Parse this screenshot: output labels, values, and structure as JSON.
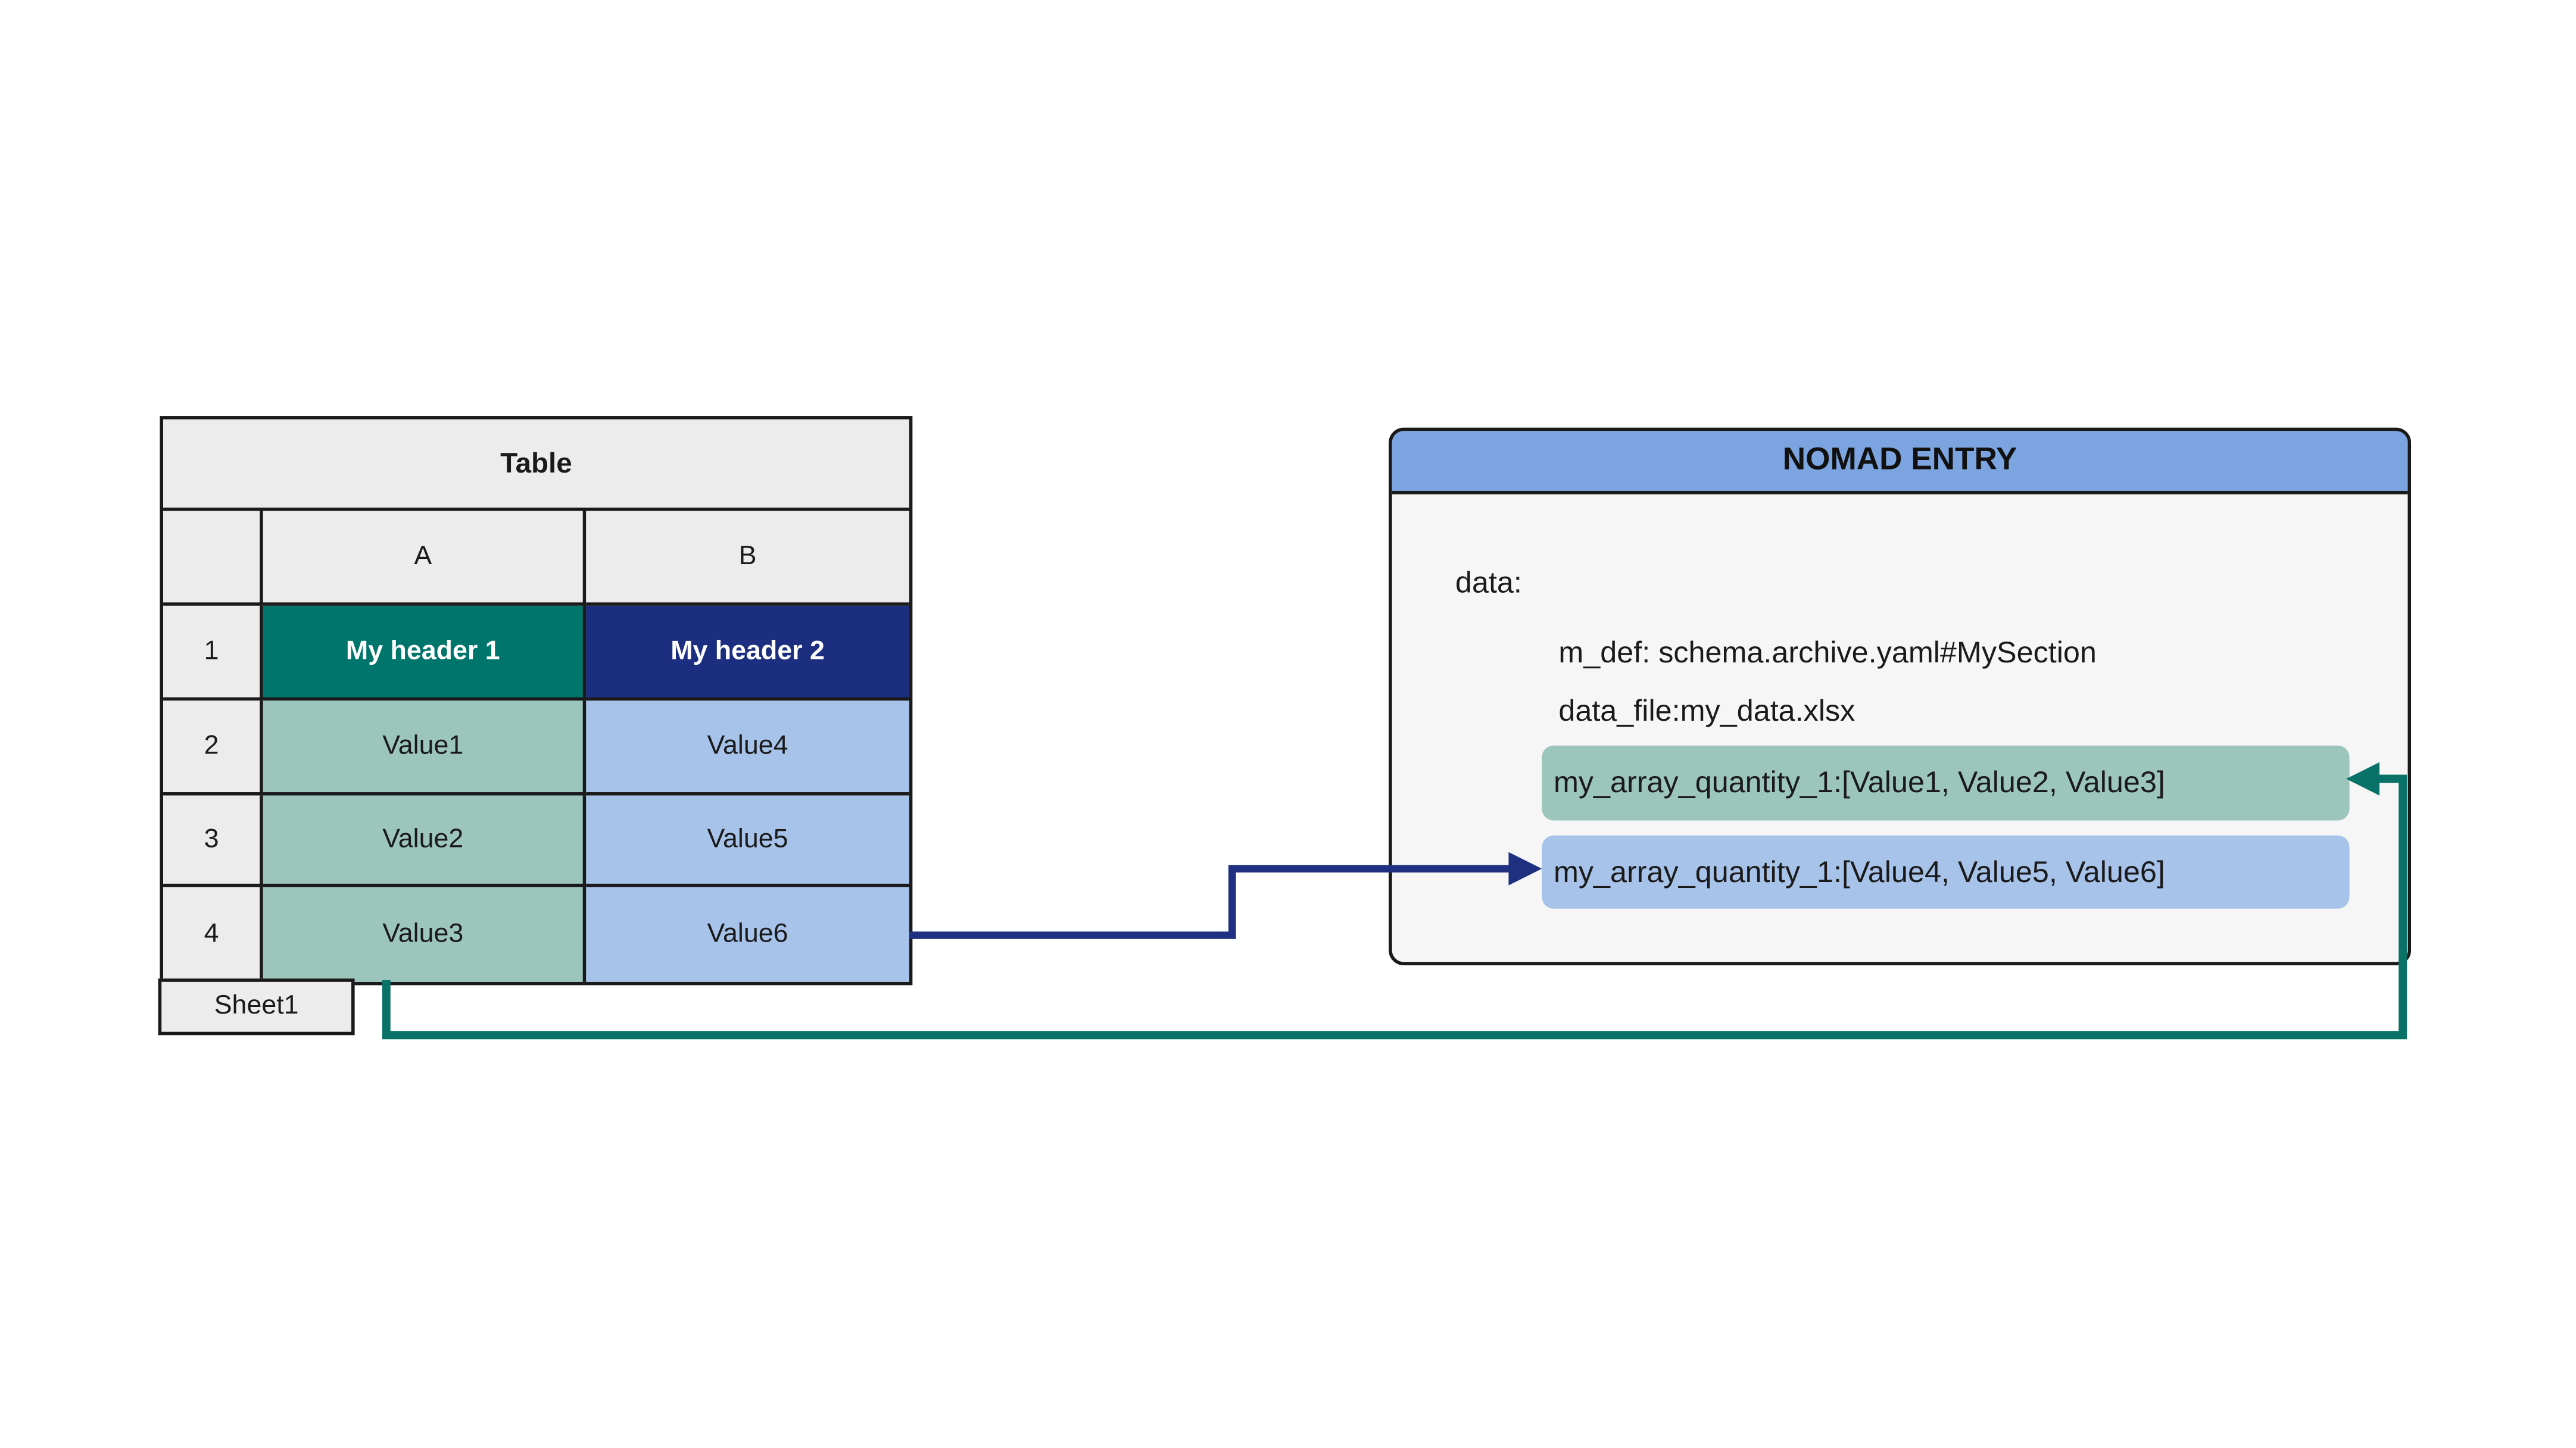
{
  "table": {
    "title": "Table",
    "sheet_tab_label": "Sheet1",
    "column_headers": {
      "num": "",
      "a": "A",
      "b": "B"
    },
    "rows": [
      {
        "num": "1",
        "a": "My header 1",
        "b": "My header 2"
      },
      {
        "num": "2",
        "a": "Value1",
        "b": "Value4"
      },
      {
        "num": "3",
        "a": "Value2",
        "b": "Value5"
      },
      {
        "num": "4",
        "a": "Value3",
        "b": "Value6"
      }
    ]
  },
  "nomad_entry": {
    "title": "NOMAD ENTRY",
    "lines": {
      "data_root": "data:",
      "m_def": "m_def: schema.archive.yaml#MySection",
      "data_file": "data_file:my_data.xlsx"
    },
    "array_quantity_green": "my_array_quantity_1:[Value1, Value2, Value3]",
    "array_quantity_blue": "my_array_quantity_1:[Value4, Value5, Value6]"
  },
  "colors": {
    "table_gray_bg": "#ECECEC",
    "header1_teal_bg": "#00756B",
    "header2_navy_bg": "#1C2E7F",
    "value_green_bg": "#9CC5BC",
    "value_blue_bg": "#A7C3EA",
    "nomad_header_blue_bg": "#7BA4E0",
    "nomad_body_bg": "#F6F6F6",
    "arrow_navy": "#1F3080",
    "arrow_teal": "#087268",
    "border_black": "#1A1A1A"
  }
}
